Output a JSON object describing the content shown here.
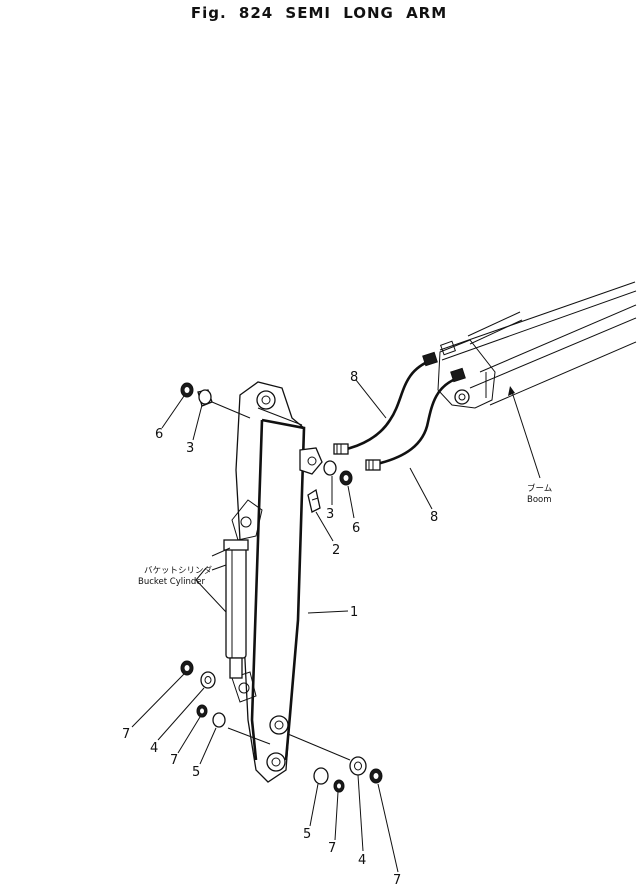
{
  "figure": {
    "title": "Fig. 824   SEMI LONG ARM"
  },
  "labels": {
    "bucket_cylinder_jp": "バケットシリンダ",
    "bucket_cylinder": "Bucket Cylinder",
    "boom_jp": "ブーム",
    "boom": "Boom"
  },
  "callouts": {
    "arm": "1",
    "grease_fitting": "2",
    "bushing_top_left": "3",
    "bushing_top_right": "3",
    "bushing_lower_left": "4",
    "bushing_lower_right": "4",
    "bushing_small_left": "5",
    "bushing_small_right": "5",
    "seal_top_left": "6",
    "seal_top_right": "6",
    "seal_lower_left_a": "7",
    "seal_lower_left_b": "7",
    "seal_lower_right_a": "7",
    "seal_lower_right_b": "7",
    "hose_upper": "8",
    "hose_lower": "8"
  }
}
